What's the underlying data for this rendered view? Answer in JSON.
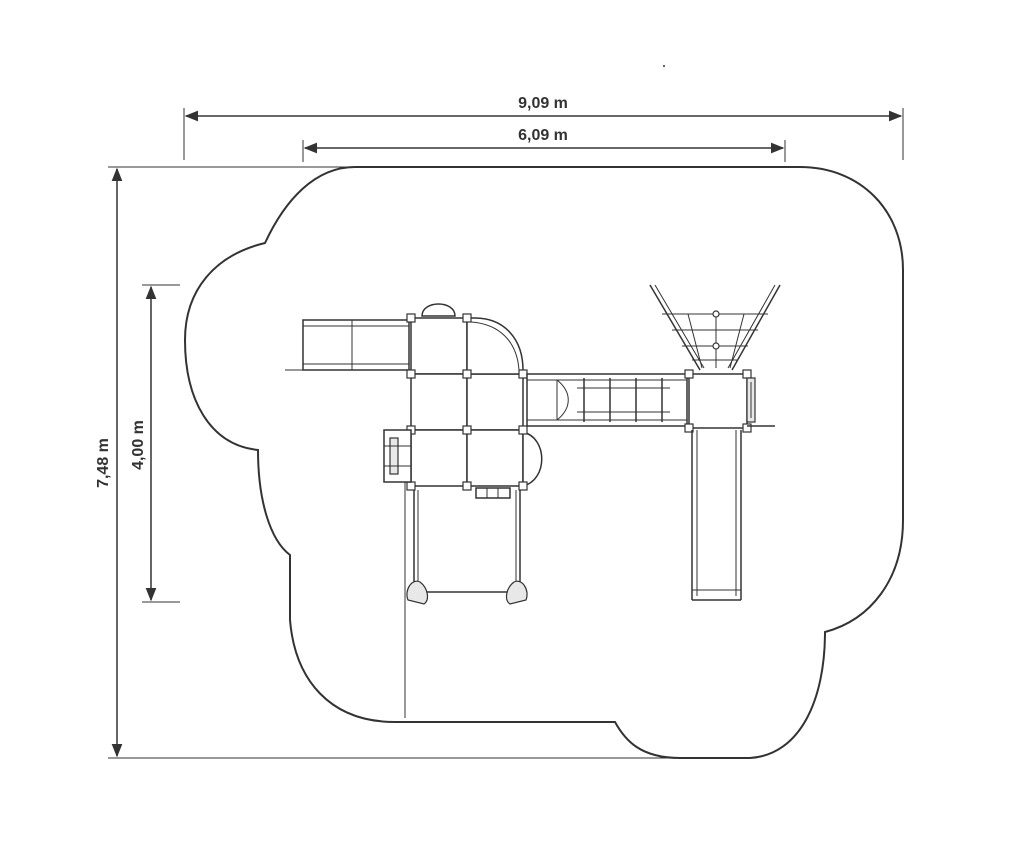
{
  "diagram": {
    "colors": {
      "line": "#333333",
      "fill_light": "#e8e8e8",
      "background": "#ffffff"
    },
    "dimensions": {
      "overall_width": "9,09 m",
      "equipment_width": "6,09 m",
      "overall_depth": "7,48 m",
      "equipment_depth": "4,00 m"
    }
  }
}
